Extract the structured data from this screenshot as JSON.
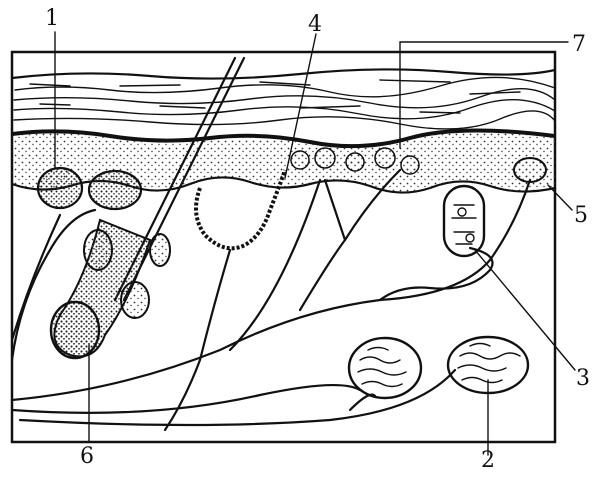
{
  "labels": {
    "l1": "1",
    "l2": "2",
    "l3": "3",
    "l4": "4",
    "l5": "5",
    "l6": "6",
    "l7": "7"
  },
  "colors": {
    "ink": "#111111",
    "paper": "#ffffff",
    "stipple": "#333333"
  }
}
